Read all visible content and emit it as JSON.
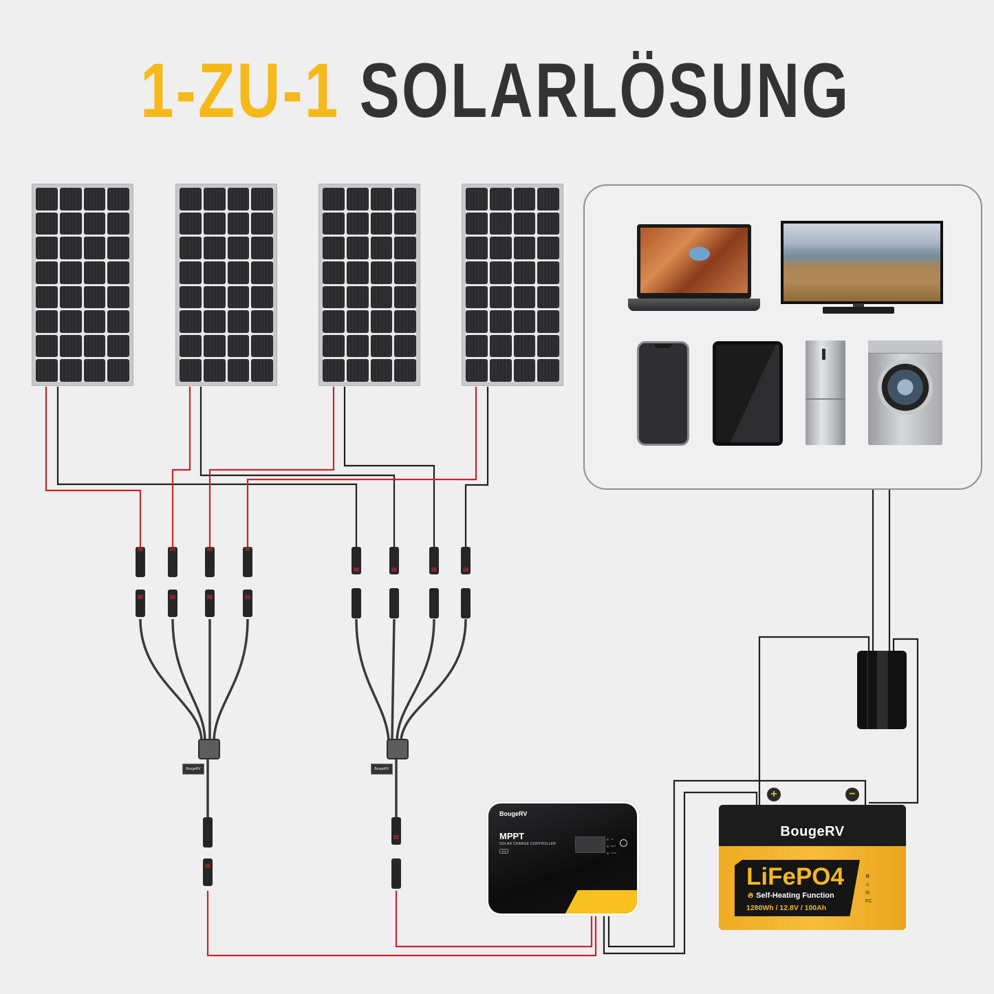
{
  "header": {
    "title_accent": "1-ZU-1",
    "title_main": "SOLARLÖSUNG",
    "accent_color": "#f6b91a",
    "main_color": "#333333"
  },
  "solar_panels": {
    "count": 4,
    "cells_per_panel": 32,
    "layout": "4 columns x 8 rows",
    "items": [
      {
        "id": "panel-1"
      },
      {
        "id": "panel-2"
      },
      {
        "id": "panel-3"
      },
      {
        "id": "panel-4"
      }
    ]
  },
  "wiring": {
    "positive_color": "#c4262a",
    "negative_color": "#1e1e1e",
    "positive_branch_connectors": 4,
    "negative_branch_connectors": 4
  },
  "branch_connectors": {
    "left": {
      "type": "4-to-1 Y branch",
      "polarity": "positive",
      "tag_text": "BougeRV"
    },
    "right": {
      "type": "4-to-1 Y branch",
      "polarity": "negative",
      "tag_text": "BougeRV"
    }
  },
  "charge_controller": {
    "brand": "BougeRV",
    "model": "MPPT",
    "subtitle": "SOLAR CHARGE CONTROLLER",
    "rating": "40A",
    "leds": [
      "PV",
      "BATT",
      "LOAD"
    ],
    "accent_color": "#f7c21f"
  },
  "battery": {
    "brand": "BougeRV",
    "chemistry": "LiFePO4",
    "feature": "Self-Heating Function",
    "feature_icon": "flame-icon",
    "spec": "1280Wh / 12.8V / 100Ah",
    "terminal_positive": "+",
    "terminal_negative": "−",
    "cert_icons": [
      "recycle",
      "no-fire",
      "no-bin",
      "FC"
    ],
    "body_color": "#f6bd3a"
  },
  "inverter": {
    "label": "inverter"
  },
  "loads": {
    "items": [
      {
        "name": "Laptop"
      },
      {
        "name": "TV"
      },
      {
        "name": "Smartphone"
      },
      {
        "name": "Tablet"
      },
      {
        "name": "Kühlschrank"
      },
      {
        "name": "Waschmaschine"
      }
    ]
  }
}
